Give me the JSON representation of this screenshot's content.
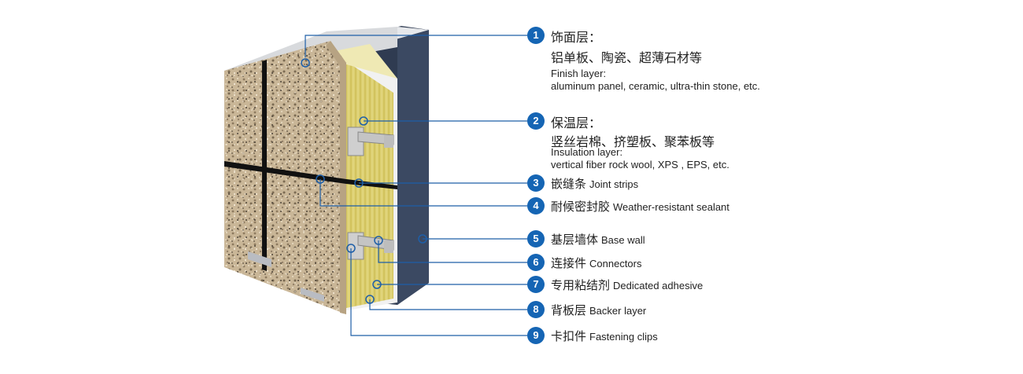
{
  "legend": {
    "items": [
      {
        "num": "1",
        "title": "饰面层：",
        "sub": "铝单板、陶瓷、超薄石材等",
        "en1": "Finish layer:",
        "en2": "aluminum panel, ceramic, ultra-thin stone, etc."
      },
      {
        "num": "2",
        "title": "保温层：",
        "sub": "竖丝岩棉、挤塑板、聚苯板等",
        "en1": "Insulation layer:",
        "en2": "vertical fiber rock wool,  XPS , EPS, etc."
      },
      {
        "num": "3",
        "cn": "嵌缝条",
        "en": "Joint strips"
      },
      {
        "num": "4",
        "cn": "耐候密封胶",
        "en": "Weather-resistant sealant"
      },
      {
        "num": "5",
        "cn": "基层墙体",
        "en": "Base wall"
      },
      {
        "num": "6",
        "cn": "连接件",
        "en": "Connectors"
      },
      {
        "num": "7",
        "cn": "专用粘结剂",
        "en": "Dedicated adhesive"
      },
      {
        "num": "8",
        "cn": "背板层",
        "en": "Backer layer"
      },
      {
        "num": "9",
        "cn": "卡扣件",
        "en": "Fastening clips"
      }
    ]
  },
  "colors": {
    "badge": "#1565b4",
    "leader": "#1e5fa8",
    "stone": "#c8b394",
    "insulation": "#d9cc6a",
    "base_wall": "#2e3a4f",
    "joint": "#111111",
    "backer": "#e8e8e8",
    "connector": "#d4d4d4"
  },
  "icons": {
    "badge_shape": "blue-circle-number",
    "marker": "circle-pin-icon"
  }
}
